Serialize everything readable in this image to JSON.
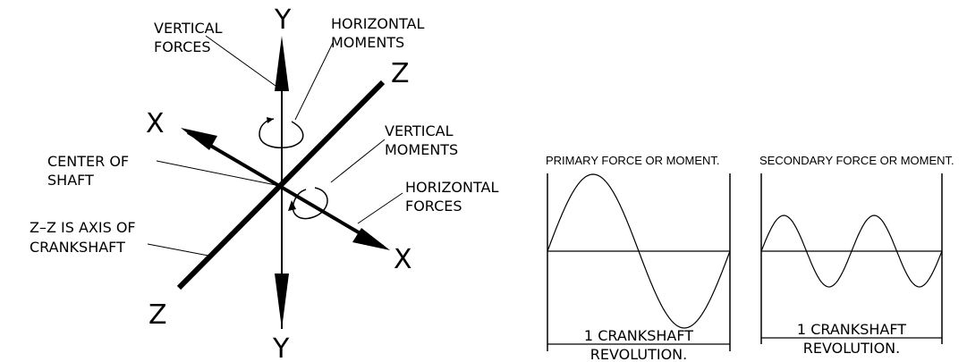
{
  "axes_diagram": {
    "y_top": "Y",
    "y_bottom": "Y",
    "z_top": "Z",
    "z_bottom": "Z",
    "x_left": "X",
    "x_right": "X",
    "vertical_forces": [
      "VERTICAL",
      "FORCES"
    ],
    "horizontal_moments": [
      "HORIZONTAL",
      "MOMENTS"
    ],
    "vertical_moments": [
      "VERTICAL",
      "MOMENTS"
    ],
    "center_of_shaft": [
      "CENTER OF",
      "SHAFT"
    ],
    "horizontal_forces": [
      "HORIZONTAL",
      "FORCES"
    ],
    "crankshaft_axis": [
      "Z–Z IS AXIS OF",
      "CRANKSHAFT"
    ]
  },
  "primary_plot": {
    "title": "PRIMARY FORCE OR MOMENT.",
    "revolution": [
      "1 CRANKSHAFT",
      "REVOLUTION."
    ]
  },
  "secondary_plot": {
    "title": "SECONDARY FORCE OR MOMENT.",
    "revolution": [
      "1 CRANKSHAFT",
      "REVOLUTION."
    ]
  }
}
